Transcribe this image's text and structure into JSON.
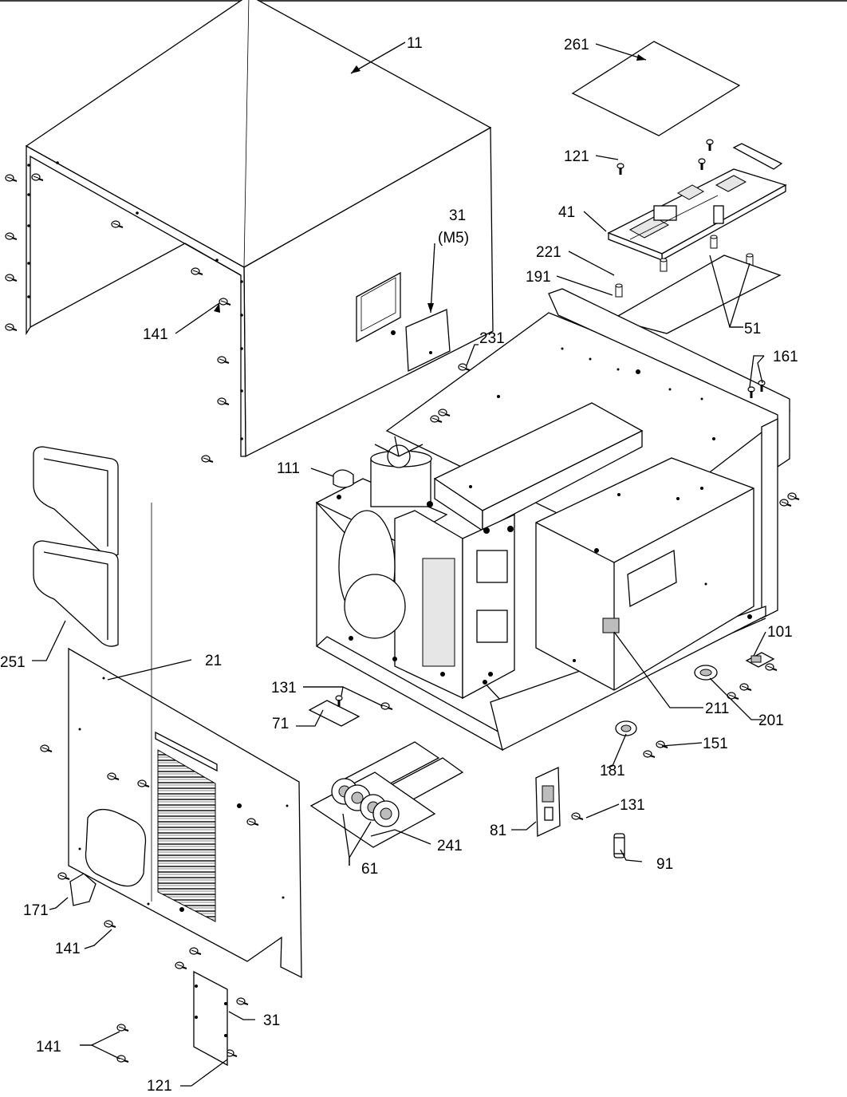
{
  "callouts": [
    {
      "id": "c11",
      "text": "11"
    },
    {
      "id": "c261",
      "text": "261"
    },
    {
      "id": "c121a",
      "text": "121"
    },
    {
      "id": "c41",
      "text": "41"
    },
    {
      "id": "c31a",
      "text": "31"
    },
    {
      "id": "cM5",
      "text": "(M5)"
    },
    {
      "id": "c221",
      "text": "221"
    },
    {
      "id": "c191",
      "text": "191"
    },
    {
      "id": "c51",
      "text": "51"
    },
    {
      "id": "c141a",
      "text": "141"
    },
    {
      "id": "c231",
      "text": "231"
    },
    {
      "id": "c161",
      "text": "161"
    },
    {
      "id": "c111",
      "text": "111"
    },
    {
      "id": "c101",
      "text": "101"
    },
    {
      "id": "c251",
      "text": "251"
    },
    {
      "id": "c21",
      "text": "21"
    },
    {
      "id": "c131a",
      "text": "131"
    },
    {
      "id": "c211",
      "text": "211"
    },
    {
      "id": "c201",
      "text": "201"
    },
    {
      "id": "c71",
      "text": "71"
    },
    {
      "id": "c151",
      "text": "151"
    },
    {
      "id": "c181",
      "text": "181"
    },
    {
      "id": "c131b",
      "text": "131"
    },
    {
      "id": "c81",
      "text": "81"
    },
    {
      "id": "c241",
      "text": "241"
    },
    {
      "id": "c91",
      "text": "91"
    },
    {
      "id": "c61",
      "text": "61"
    },
    {
      "id": "c171",
      "text": "171"
    },
    {
      "id": "c141b",
      "text": "141"
    },
    {
      "id": "c31b",
      "text": "31"
    },
    {
      "id": "c141c",
      "text": "141"
    },
    {
      "id": "c121b",
      "text": "121"
    }
  ]
}
